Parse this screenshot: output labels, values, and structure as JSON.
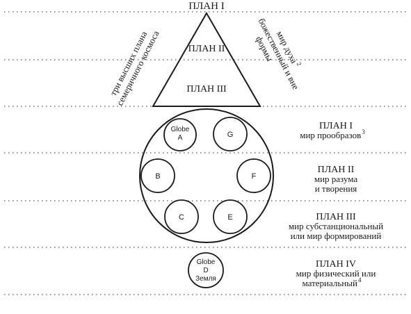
{
  "top_label": "ПЛАН I",
  "triangle": {
    "plan2": "ПЛАН II",
    "plan3": "ПЛАН III",
    "left_line1": "три высших плана",
    "left_line2": "семеричного космоса",
    "right_line1": "мир духа",
    "right_sup": "2",
    "right_line2": "божественный и вне",
    "right_line3": "формы"
  },
  "globes": {
    "a_line1": "Globe",
    "a_line2": "A",
    "b": "B",
    "c": "C",
    "e": "E",
    "f": "F",
    "g": "G",
    "d_line1": "Globe",
    "d_line2": "D",
    "d_line3": "Земля"
  },
  "plans": [
    {
      "title": "ПЛАН I",
      "line1": "мир прообразов",
      "sup": "3",
      "line2": ""
    },
    {
      "title": "ПЛАН II",
      "line1": "мир разума",
      "sup": "",
      "line2": "и творения"
    },
    {
      "title": "ПЛАН III",
      "line1": "мир субстанциональный",
      "sup": "",
      "line2": "или мир формирований"
    },
    {
      "title": "ПЛАН IV",
      "line1": "мир физический  или",
      "sup": "",
      "line2": "материальный",
      "sup2": "4"
    }
  ]
}
